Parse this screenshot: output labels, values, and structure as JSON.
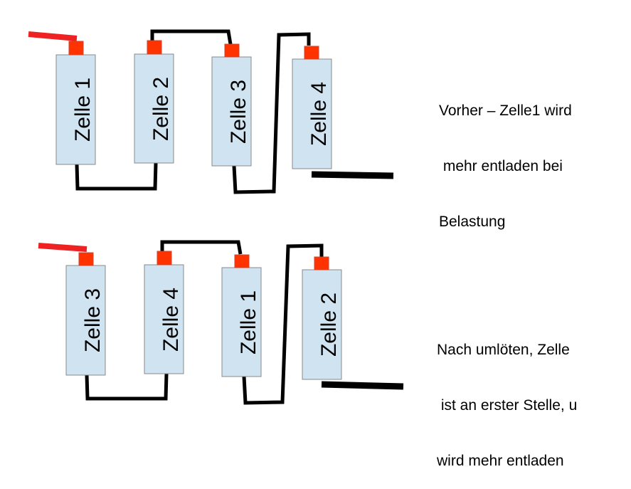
{
  "colors": {
    "cell_fill": "#cfe3f1",
    "cell_border": "#8a8a8a",
    "terminal": "#ff3300",
    "wire": "#000000",
    "positive_lead": "#ee2222"
  },
  "before": {
    "cells": [
      "Zelle 1",
      "Zelle 2",
      "Zelle 3",
      "Zelle 4"
    ],
    "caption": [
      "Vorher – Zelle1 wird",
      " mehr entladen bei",
      "Belastung"
    ]
  },
  "after": {
    "cells": [
      "Zelle 3",
      "Zelle 4",
      "Zelle 1",
      "Zelle 2"
    ],
    "caption": [
      "Nach umlöten, Zelle",
      " ist an erster Stelle, u",
      "wird mehr entladen"
    ]
  }
}
